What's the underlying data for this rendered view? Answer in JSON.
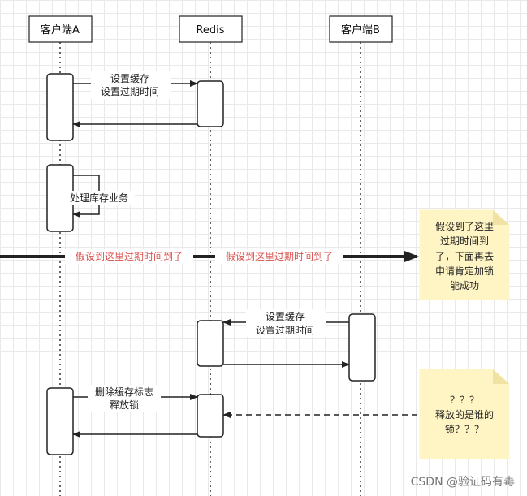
{
  "participants": {
    "a": "客户端A",
    "redis": "Redis",
    "b": "客户端B"
  },
  "messages": {
    "set_cache_line1": "设置缓存",
    "set_cache_line2": "设置过期时间",
    "process_business": "处理库存业务",
    "expiry_a": "假设到这里过期时间到了",
    "expiry_redis": "假设到这里过期时间到了",
    "b_set_line1": "设置缓存",
    "b_set_line2": "设置过期时间",
    "delete_line1": "删除缓存标志",
    "delete_line2": "释放锁"
  },
  "notes": {
    "expiry_note": [
      "假设到了这里",
      "过期时间到",
      "了，下面再去",
      "申请肯定加锁",
      "能成功"
    ],
    "question_note": [
      "？？？",
      "释放的是谁的",
      "锁？？？"
    ]
  },
  "watermark": "CSDN @验证码有毒",
  "colors": {
    "expiry_text": "#d9534f",
    "note_fill": "#fff4c3"
  }
}
